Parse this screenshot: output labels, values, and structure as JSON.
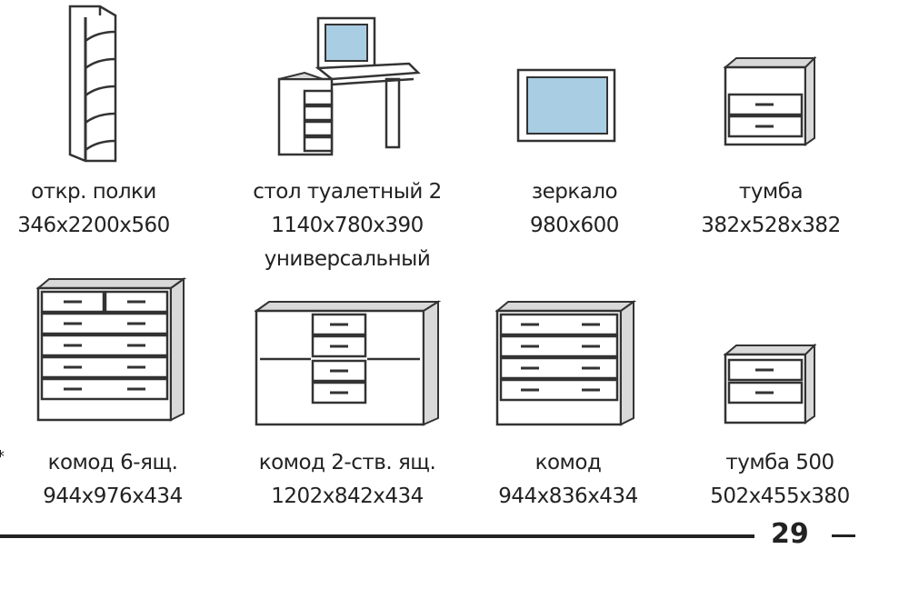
{
  "items": [
    {
      "name": "откр. полки",
      "size": "346x2200x560"
    },
    {
      "name": "стол туалетный 2",
      "size": "1140x780x390",
      "note": "универсальный"
    },
    {
      "name": "зеркало",
      "size": "980x600"
    },
    {
      "name": "тумба",
      "size": "382x528x382"
    },
    {
      "name": "комод 6-ящ.",
      "size": "944x976x434"
    },
    {
      "name": "комод 2-ств. ящ.",
      "size": "1202x842x434"
    },
    {
      "name": "комод",
      "size": "944x836x434"
    },
    {
      "name": "тумба 500",
      "size": "502x455x380"
    }
  ],
  "footnote_mark": "*",
  "page_number": "29",
  "colors": {
    "mirror": "#a9cde3",
    "line": "#222222"
  }
}
